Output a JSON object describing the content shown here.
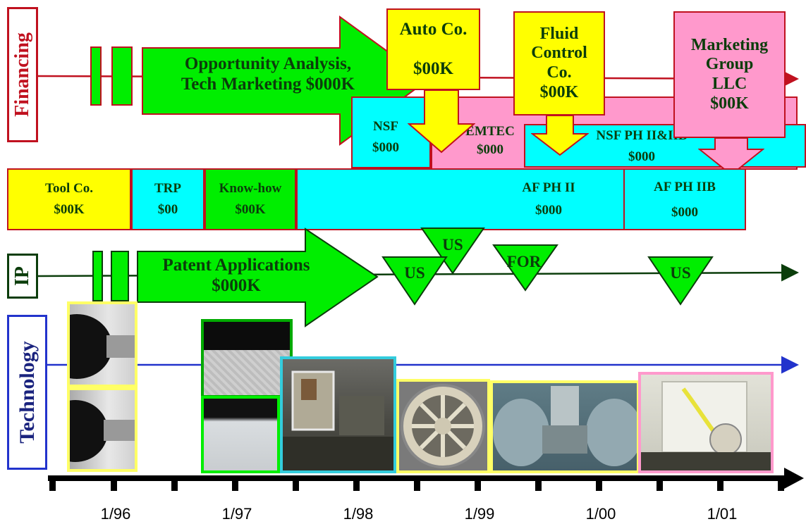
{
  "lanes": {
    "financing": "Financing",
    "ip": "IP",
    "technology": "Technology"
  },
  "financing": {
    "arrow": [
      "Opportunity Analysis,",
      "Tech Marketing $000K"
    ],
    "auto": [
      "Auto Co.",
      "$00K"
    ],
    "fluid": [
      "Fluid",
      "Control",
      "Co.",
      "$00K"
    ],
    "marketing": [
      "Marketing",
      "Group",
      "LLC",
      "$00K"
    ],
    "nsf1": [
      "NSF",
      "$000"
    ],
    "emtec": [
      "EMTEC",
      "$000"
    ],
    "nsf2": [
      "NSF PH II&IIB",
      "$000"
    ]
  },
  "contracts": [
    {
      "name": "Tool Co.",
      "amount": "$00K"
    },
    {
      "name": "TRP",
      "amount": "$00"
    },
    {
      "name": "Know-how",
      "amount": "$00K"
    },
    {
      "name": "AF PH II",
      "amount": "$000"
    },
    {
      "name": "AF PH IIB",
      "amount": "$000"
    }
  ],
  "ip": {
    "arrow": [
      "Patent Applications",
      "$000K"
    ],
    "markers": [
      "US",
      "US",
      "FOR",
      "US"
    ]
  },
  "timeline": {
    "ticks": [
      "1/96",
      "1/97",
      "1/98",
      "1/99",
      "1/00",
      "1/01"
    ]
  },
  "colors": {
    "green": "#00ee00",
    "yellow": "#ffff00",
    "cyan": "#00ffff",
    "pink": "#ff99cc",
    "red": "#c0111f",
    "ip_line": "#0b3d0b",
    "tech_line": "#2233cc"
  }
}
